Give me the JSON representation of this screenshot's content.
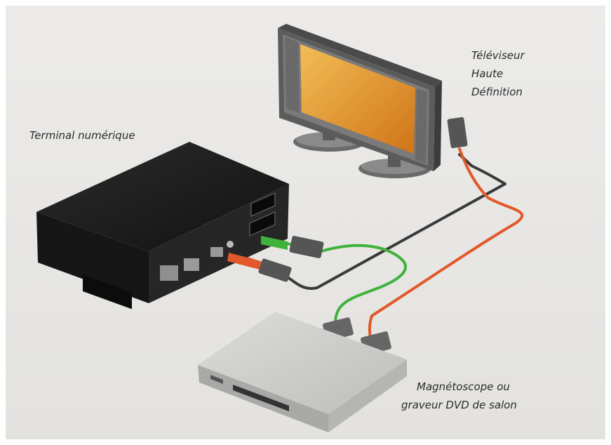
{
  "labels": {
    "tv_line1": "Téléviseur",
    "tv_line2": "Haute",
    "tv_line3": "Définition",
    "terminal": "Terminal numérique",
    "recorder_line1": "Magnétoscope ou",
    "recorder_line2": "graveur DVD de salon"
  },
  "colors": {
    "background": "#e9e9e7",
    "frame": "#ffffff",
    "cable_green": "#3fb23c",
    "cable_orange": "#e2582a",
    "cable_black": "#3a3a3a",
    "screen_top": "#f0b24a",
    "screen_bottom": "#d47c1e",
    "terminal_body": "#1c1c1c",
    "recorder_body": "#c9c9c7"
  },
  "devices": {
    "tv": {
      "name": "tv-icon"
    },
    "terminal": {
      "name": "set-top-box-icon"
    },
    "recorder": {
      "name": "vcr-dvd-recorder-icon"
    },
    "connector": {
      "name": "scart-plug-icon"
    }
  }
}
